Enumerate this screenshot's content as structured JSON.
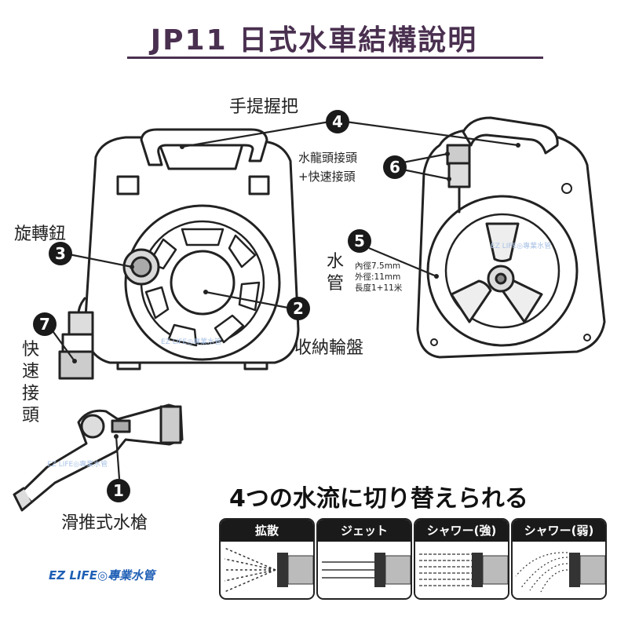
{
  "title": "JP11 日式水車結構說明",
  "parts": {
    "p1": {
      "num": "1",
      "label": "滑推式水槍"
    },
    "p2": {
      "num": "2",
      "label": "收納輪盤"
    },
    "p3": {
      "num": "3",
      "label": "旋轉鈕"
    },
    "p4": {
      "num": "4",
      "label": "手提握把"
    },
    "p5": {
      "num": "5",
      "label": "水管",
      "specs": [
        "內徑7.5mm",
        "外徑:11mm",
        "長度1+11米"
      ]
    },
    "p6": {
      "num": "6",
      "label_line1": "水龍頭接頭",
      "label_line2": "+快速接頭"
    },
    "p7": {
      "num": "7",
      "label": "快速接頭"
    }
  },
  "modes_heading": "4つの水流に切り替えられる",
  "modes": [
    "拡散",
    "ジェット",
    "シャワー(強)",
    "シャワー(弱)"
  ],
  "watermark": "EZ LIFE◎專業水管",
  "brand": "EZ LIFE◎專業水管",
  "colors": {
    "title": "#4a3050",
    "badge": "#1a1a1a",
    "brand": "#1f5fb5"
  }
}
